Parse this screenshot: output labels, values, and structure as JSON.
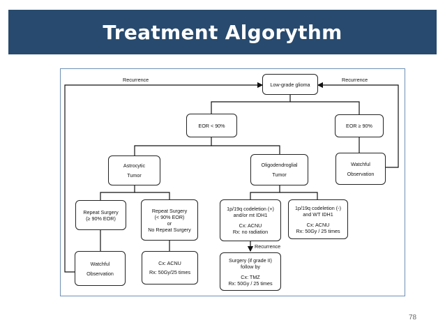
{
  "slide": {
    "title": "Treatment Algorythm",
    "page_number": "78"
  },
  "diagram": {
    "root": "Low-grade glioma",
    "recurrence_left": "Recurrence",
    "recurrence_right": "Recurrence",
    "eor_low": "EOR < 90%",
    "eor_high": "EOR ≥ 90%",
    "watchful_right": [
      "Watchful",
      "Observation"
    ],
    "astrocytic": [
      "Astrocytic",
      "Tumor"
    ],
    "oligodendroglial": [
      "Oligodendroglial",
      "Tumor"
    ],
    "repeat_surgery_high": [
      "Repeat Surgery",
      "(≥ 90% EOR)"
    ],
    "repeat_surgery_low": [
      "Repeat Surgery",
      "(< 90% EOR)",
      "or",
      "No Repeat Surgery"
    ],
    "codeletion_pos": [
      "1p/19q codeletion (+)",
      "and/or mt IDH1",
      "Cx: ACNU",
      "Rx: no radiation"
    ],
    "codeletion_neg": [
      "1p/19q codeletion (-)",
      "and WT IDH1",
      "Cx: ACNU",
      "Rx: 50Gy / 25 times"
    ],
    "watchful_left": [
      "Watchful",
      "Observation"
    ],
    "acnu_box": [
      "Cx: ACNU",
      "Rx: 50Gy/25 times"
    ],
    "recurrence_mid": "Recurrence",
    "surgery_grade2": [
      "Surgery (if grade II)",
      "follow by",
      "Cx: TMZ",
      "Rx: 50Gy / 25 times"
    ]
  }
}
